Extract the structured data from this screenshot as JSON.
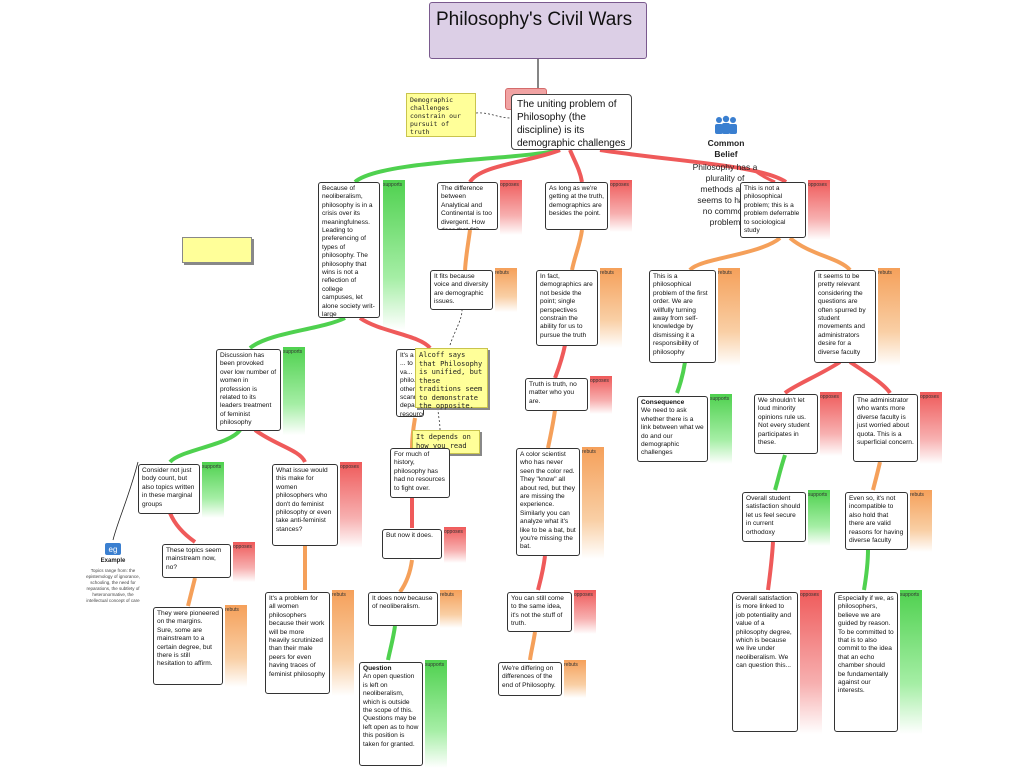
{
  "title": "Philosophy's Civil Wars",
  "main_claim": "The uniting problem of Philosophy (the discipline) is its demographic challenges",
  "notes": {
    "demographic": "Demographic challenges constrain our pursuit of truth",
    "alcoff": "Alcoff says that Philosophy is unified, but these traditions seem to demonstrate the opposite.",
    "depends": "It depends on how you read Alcoff."
  },
  "common_belief": {
    "label": "Common Belief",
    "text": "Philosophy has a plurality of methods and seems to have no common problem"
  },
  "example": {
    "label": "Example",
    "text": "Topics range from: the epistemology of ignorance, schooling, the need for reparations, the subtlety of heteronormative, the intellectual concept of care"
  },
  "relations": {
    "supports": "supports",
    "opposes": "opposes",
    "rebuts": "rebuts"
  },
  "cards": {
    "neoliberal": "Because of neoliberalism, philosophy is in a crisis over its meaningfulness. Leading to preferencing of types of philosophy. The philosophy that wins is not a reflection of college campuses, let alone society writ-large",
    "analytic": "The difference between Analytical and Continental is too divergent. How does that fit?",
    "aslongas": "As long as we're getting at the truth, demographics are besides the point.",
    "notphil": "This is not a philosophical problem; this is a problem deferrable to sociological study",
    "voice": "It fits because voice and diversity are demographic issues.",
    "infact": "In fact, demographics are not beside the point; single perspectives constrain the ability for us to pursue the truth",
    "firstorder": "This is a philosophical problem of the first order. We are willfully turning away from self-knowledge by dismissing it a responsibility of philosophy",
    "spurred": "It seems to be pretty relevant considering the questions are often spurred by student movements and administrators desire for a diverse faculty",
    "discussion": "Discussion has been provoked over low number of women in profession is related to its leaders treatment of feminist philosophy",
    "itsa": "It's a ... to va... philo... other... scann... depa... resources",
    "truth": "Truth is truth, no matter who you are.",
    "consequence_title": "Consequence",
    "consequence": "We need to ask whether there is a link between what we do and our demographic challenges",
    "minority": "We shouldn't let loud minority opinions rule us. Not every student participates in these.",
    "admin": "The administrator who wants more diverse faculty is just worried about quota. This is a superficial concern.",
    "body": "Consider not just body count, but also topics written in these marginal groups",
    "issue": "What issue would this make for women philosophers who don't do feminist philosophy or even take anti-feminist stances?",
    "history": "For much of history, philosophy has had no resources to fight over.",
    "color": "A color scientist who has never seen the color red. They \"know\" all about red, but they are missing the experience. Similarly you can analyze what it's like to be a bat, but you're missing the bat.",
    "satisfaction": "Overall student satisfaction should let us feel secure in current orthodoxy",
    "evenso": "Even so, it's not incompatible to also hold that there are valid reasons for having diverse faculty",
    "mainstream": "These topics seem mainstream now, no?",
    "butnow": "But now it does.",
    "pioneered": "They were pioneered on the margins. Sure, some are mainstream to a certain degree, but there is still hesitation to affirm.",
    "problemall": "It's a problem for all women philosophers because their work will be more heavily scrutinized than their male peers for even having traces of feminist philosophy",
    "doesnow": "It does now because of neoliberalism.",
    "stillcome": "You can still come to the same idea, it's not the stuff of truth.",
    "jobmarket": "Overall satisfaction is more linked to job potentiality and value of a philosophy degree, which is because we live under neoliberalism. We can question this...",
    "especially": "Especially if we, as philosophers, believe we are guided by reason. To be committed to that is to also commit to the idea that an echo chamber should be fundamentally against our interests.",
    "question_title": "Question",
    "question": "An open question is left on neoliberalism, which is outside the scope of this. Questions may be left open as to how this position is taken for granted.",
    "differing": "We're differing on differences of the end of Philosophy."
  },
  "colors": {
    "supports": "#4fd14f",
    "opposes": "#ef5a5a",
    "rebuts": "#f5a05a",
    "title_fill": "#dccfe6",
    "note_fill": "#ffff99"
  }
}
